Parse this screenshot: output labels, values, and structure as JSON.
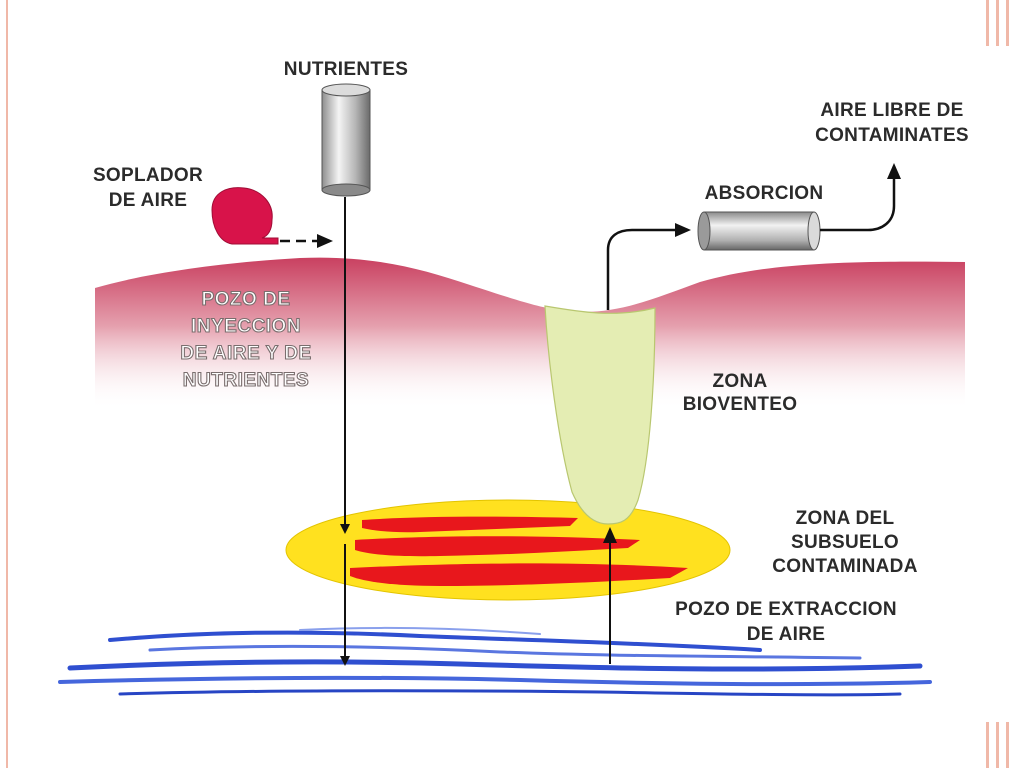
{
  "labels": {
    "nutrientes": "NUTRIENTES",
    "soplador": [
      "SOPLADOR",
      "DE AIRE"
    ],
    "aire_libre": [
      "AIRE LIBRE DE",
      "CONTAMINATES"
    ],
    "absorcion": "ABSORCION",
    "pozo_inyeccion": [
      "POZO DE",
      "INYECCION",
      "DE AIRE Y DE",
      "NUTRIENTES"
    ],
    "zona_bioventeo": [
      "ZONA",
      "BIOVENTEO"
    ],
    "zona_subsuelo": [
      "ZONA DEL",
      "SUBSUELO",
      "CONTAMINADA"
    ],
    "pozo_extraccion": [
      "POZO DE EXTRACCION",
      "DE AIRE"
    ]
  },
  "colors": {
    "frame": "#f0b8a8",
    "soil_top": "#c94060",
    "blower": "#d8134a",
    "bioventing_zone": "#e4edb3",
    "contaminated_zone": "#ffe11f",
    "contaminant_streaks": "#e8171c",
    "groundwater": "#2f4fd0",
    "arrow": "#111111"
  },
  "icons": {
    "nutrient_tank": "cylinder-tank-icon",
    "blower": "air-blower-icon",
    "absorber": "absorber-cylinder-icon"
  }
}
